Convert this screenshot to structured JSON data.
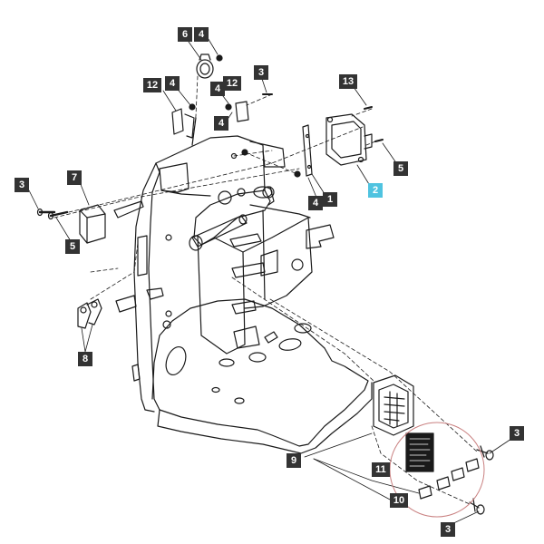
{
  "diagram": {
    "highlighted_ref": "2",
    "colors": {
      "line": "#1a1a1a",
      "callout_bg": "#333333",
      "callout_text": "#ffffff",
      "callout_active": "#4fc3e0",
      "circle": "#c98080"
    },
    "callouts": [
      {
        "id": "c6",
        "ref": "6"
      },
      {
        "id": "c4a",
        "ref": "4"
      },
      {
        "id": "c3a",
        "ref": "3"
      },
      {
        "id": "c12a",
        "ref": "12"
      },
      {
        "id": "c4b",
        "ref": "4"
      },
      {
        "id": "c4c",
        "ref": "4"
      },
      {
        "id": "c12b",
        "ref": "12"
      },
      {
        "id": "c13",
        "ref": "13"
      },
      {
        "id": "c4d",
        "ref": "4"
      },
      {
        "id": "c5a",
        "ref": "5"
      },
      {
        "id": "c2",
        "ref": "2"
      },
      {
        "id": "c1",
        "ref": "1"
      },
      {
        "id": "c4e",
        "ref": "4"
      },
      {
        "id": "c3b",
        "ref": "3"
      },
      {
        "id": "c7",
        "ref": "7"
      },
      {
        "id": "c5b",
        "ref": "5"
      },
      {
        "id": "c8",
        "ref": "8"
      },
      {
        "id": "c3c",
        "ref": "3"
      },
      {
        "id": "c9",
        "ref": "9"
      },
      {
        "id": "c11",
        "ref": "11"
      },
      {
        "id": "c10",
        "ref": "10"
      },
      {
        "id": "c3d",
        "ref": "3"
      }
    ]
  }
}
